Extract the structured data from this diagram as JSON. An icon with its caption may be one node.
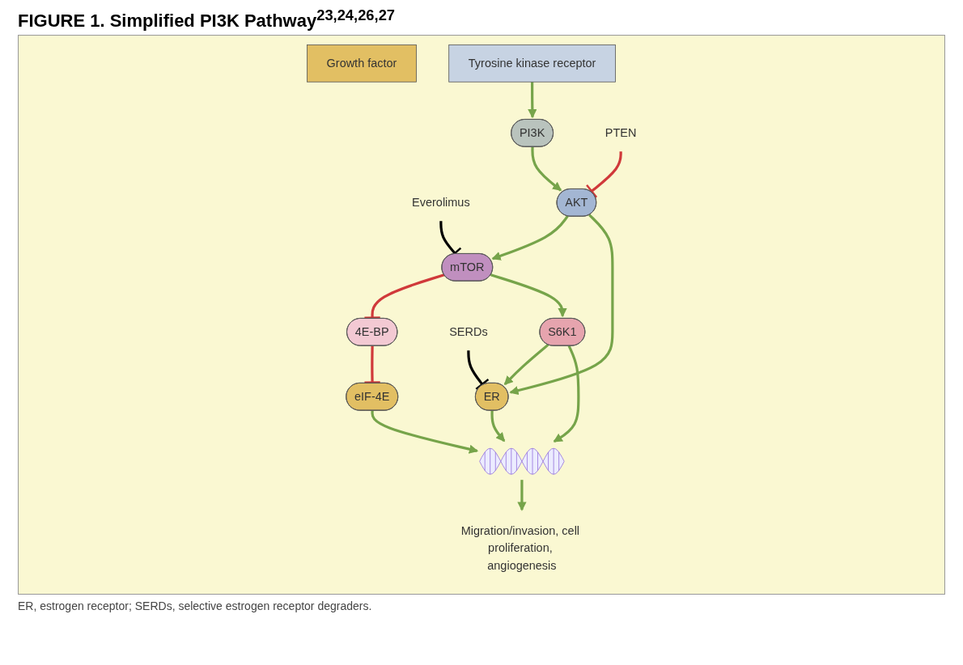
{
  "diagram": {
    "title": "FIGURE 1. Simplified PI3K Pathway$^{23,24,26,27}$",
    "caption": "ER, estrogen receptor; SERDs, selective estrogen receptor degraders.",
    "nodes": [
      {
        "text": [
          "Growth factor"
        ]
      },
      {
        "text": [
          "Tyrosine kinase receptor"
        ]
      },
      {
        "text": [
          "PI3K"
        ]
      },
      {
        "text": [
          "Everolimus"
        ]
      },
      {
        "text": [
          "4E-BP"
        ]
      },
      {
        "text": [
          "PTEN"
        ]
      },
      {
        "text": [
          "AKT"
        ]
      },
      {
        "text": [
          "mTOR"
        ]
      },
      {
        "text": [
          "eIF-4E"
        ]
      },
      {
        "text": [
          "SERDs"
        ]
      },
      {
        "text": [
          "S6K1"
        ]
      },
      {
        "text": [
          "ER"
        ]
      },
      {
        "text": [],
        "shape": "picture"
      },
      {
        "text": [
          "Migration/invasion, cell proliferation, angiogenesis"
        ]
      }
    ],
    "edges": [
      {
        "from": 1,
        "to": 2,
        "arrow": "to"
      },
      {
        "from": 2,
        "to": 6,
        "arrow": "to"
      },
      {
        "from": 5,
        "to": 6,
        "arrow": "other",
        "color": "#d0393a"
      },
      {
        "from": 6,
        "to": 7,
        "arrow": "to"
      },
      {
        "from": 3,
        "to": 7,
        "arrow": "other",
        "color": "#000000"
      },
      {
        "from": 7,
        "to": 4,
        "arrow": "other",
        "color": "#d0393a"
      },
      {
        "from": 4,
        "to": 8,
        "arrow": "other",
        "color": "#d0393a"
      },
      {
        "from": 7,
        "to": 10,
        "arrow": "to"
      },
      {
        "from": 6,
        "to": 11,
        "arrow": "to"
      },
      {
        "from": 9,
        "to": 11,
        "arrow": "other",
        "color": "#000000"
      },
      {
        "from": 10,
        "to": 11,
        "arrow": "to"
      },
      {
        "from": 10,
        "to": 12,
        "arrow": "to"
      },
      {
        "from": 11,
        "to": 12,
        "arrow": "to"
      },
      {
        "from": 8,
        "to": 12,
        "arrow": "to"
      },
      {
        "from": 12,
        "to": 13,
        "arrow": "to"
      }
    ]
  }
}
